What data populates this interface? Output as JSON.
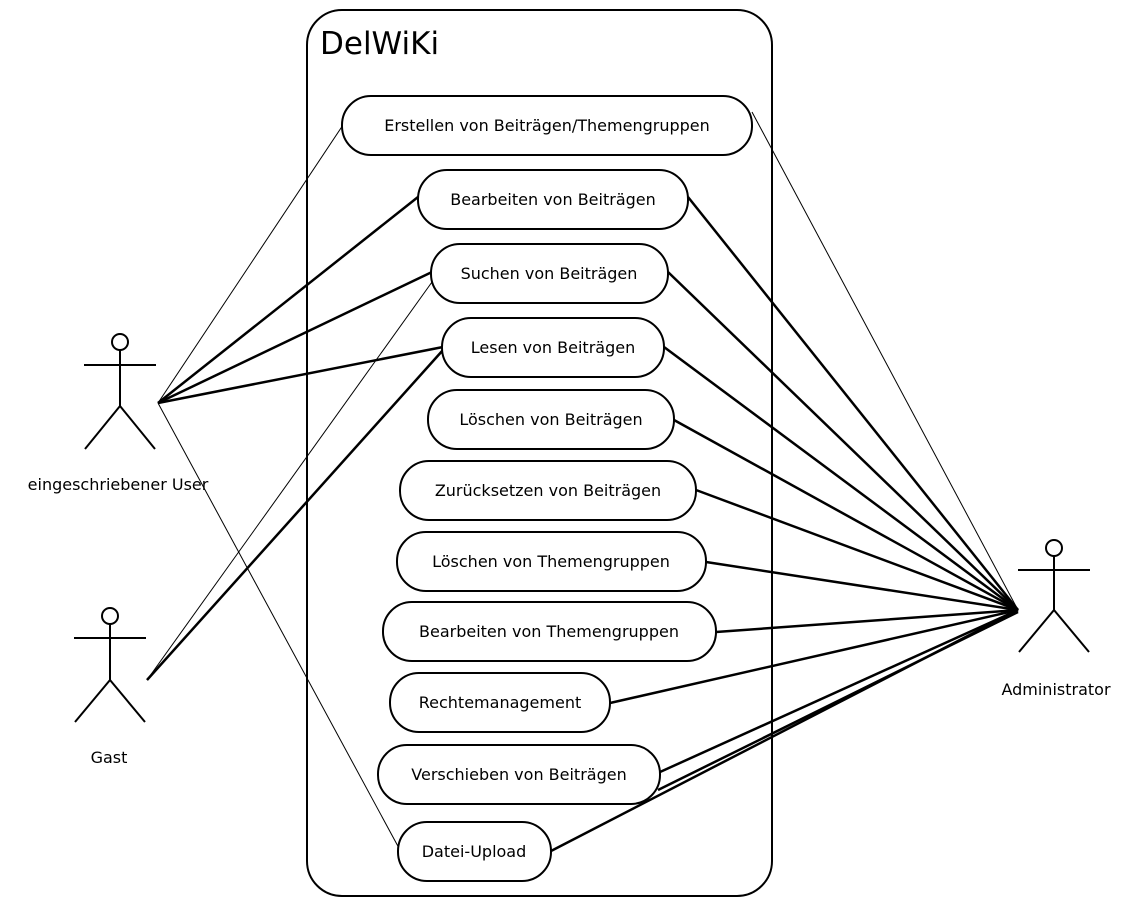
{
  "system": {
    "title": "DelWiKi"
  },
  "use_cases": [
    {
      "id": "erstellen",
      "label": "Erstellen von Beiträgen/Themengruppen"
    },
    {
      "id": "bearbeiten-beitraege",
      "label": "Bearbeiten von Beiträgen"
    },
    {
      "id": "suchen",
      "label": "Suchen von Beiträgen"
    },
    {
      "id": "lesen",
      "label": "Lesen von Beiträgen"
    },
    {
      "id": "loeschen-beitraege",
      "label": "Löschen von Beiträgen"
    },
    {
      "id": "zuruecksetzen",
      "label": "Zurücksetzen von Beiträgen"
    },
    {
      "id": "loeschen-themengruppen",
      "label": "Löschen von Themengruppen"
    },
    {
      "id": "bearbeiten-themengruppen",
      "label": "Bearbeiten von Themengruppen"
    },
    {
      "id": "rechtemanagement",
      "label": "Rechtemanagement"
    },
    {
      "id": "verschieben",
      "label": "Verschieben von Beiträgen"
    },
    {
      "id": "datei-upload",
      "label": "Datei-Upload"
    }
  ],
  "actors": [
    {
      "id": "user",
      "label": "eingeschriebener User"
    },
    {
      "id": "gast",
      "label": "Gast"
    },
    {
      "id": "admin",
      "label": "Administrator"
    }
  ],
  "associations": [
    {
      "from": "user",
      "to": "erstellen"
    },
    {
      "from": "user",
      "to": "bearbeiten-beitraege"
    },
    {
      "from": "user",
      "to": "suchen"
    },
    {
      "from": "user",
      "to": "lesen"
    },
    {
      "from": "user",
      "to": "datei-upload"
    },
    {
      "from": "gast",
      "to": "suchen"
    },
    {
      "from": "gast",
      "to": "lesen"
    },
    {
      "from": "admin",
      "to": "erstellen"
    },
    {
      "from": "admin",
      "to": "bearbeiten-beitraege"
    },
    {
      "from": "admin",
      "to": "suchen"
    },
    {
      "from": "admin",
      "to": "lesen"
    },
    {
      "from": "admin",
      "to": "loeschen-beitraege"
    },
    {
      "from": "admin",
      "to": "zuruecksetzen"
    },
    {
      "from": "admin",
      "to": "loeschen-themengruppen"
    },
    {
      "from": "admin",
      "to": "bearbeiten-themengruppen"
    },
    {
      "from": "admin",
      "to": "rechtemanagement"
    },
    {
      "from": "admin",
      "to": "verschieben"
    },
    {
      "from": "admin",
      "to": "datei-upload"
    }
  ]
}
